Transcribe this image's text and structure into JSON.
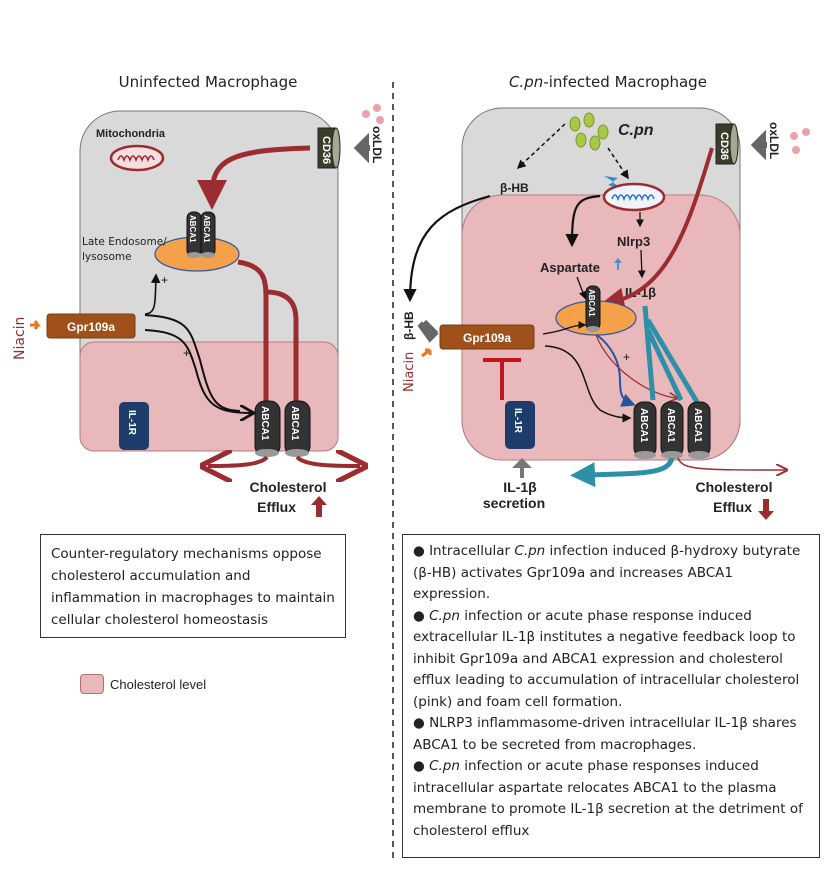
{
  "left_panel": {
    "title": "Uninfected Macrophage",
    "mitochondria_label": "Mitochondria",
    "cd36_label": "CD36",
    "oxldl_label": "oxLDL",
    "abca1_label": "ABCA1",
    "endosome_label_line1": "Late Endosome/",
    "endosome_label_line2": "lysosome",
    "plus_sign": "+",
    "niacin_label": "Niacin",
    "gpr109a_label": "Gpr109a",
    "il1r_label": "IL-1R",
    "efflux_line1": "Cholesterol",
    "efflux_line2": "Efflux",
    "efflux_direction": "up"
  },
  "right_panel": {
    "title_italic": "C.pn",
    "title_rest": "-infected Macrophage",
    "cpn_label": "C.pn",
    "cd36_label": "CD36",
    "oxldl_label": "oxLDL",
    "bhb_label": "β-HB",
    "nlrp3_label": "Nlrp3",
    "aspartate_label": "Aspartate",
    "il1b_label": "IL-1β",
    "abca1_label": "ABCA1",
    "plus_sign": "+",
    "niacin_label": "Niacin",
    "bhb_side_label": "β-HB",
    "gpr109a_label": "Gpr109a",
    "il1r_label": "IL-1R",
    "secretion_line1": "IL-1β",
    "secretion_line2": "secretion",
    "efflux_line1": "Cholesterol",
    "efflux_line2": "Efflux",
    "efflux_direction": "down"
  },
  "left_summary": "Counter-regulatory mechanisms oppose cholesterol accumulation and inflammation in macrophages to maintain cellular cholesterol homeostasis",
  "right_summary": [
    {
      "bullet": "●",
      "italic_lead": "",
      "pre": "Intracellular ",
      "italic": "C.pn",
      "post": " infection induced β-hydroxy butyrate (β-HB) activates Gpr109a and increases ABCA1 expression."
    },
    {
      "bullet": "●",
      "pre": "",
      "italic": "C.pn",
      "post": " infection or acute phase response induced extracellular IL-1β institutes a negative feedback loop to inhibit Gpr109a and ABCA1 expression and cholesterol efflux leading to accumulation of intracellular cholesterol (pink) and foam cell formation."
    },
    {
      "bullet": "●",
      "pre": "NLRP3 inflammasome-driven intracellular IL-1β shares ABCA1 to be secreted from macrophages.",
      "italic": "",
      "post": ""
    },
    {
      "bullet": "●",
      "pre": "",
      "italic": "C.pn",
      "post": " infection or acute phase responses induced intracellular aspartate relocates ABCA1 to the plasma membrane to promote IL-1β secretion at the detriment of cholesterol efflux"
    }
  ],
  "legend": {
    "label": "Cholesterol level",
    "color": "#e8b8bb"
  },
  "colors": {
    "cell_gray": "#d9d9d9",
    "cholesterol_pink": "#e8b8bb",
    "arrow_red": "#9b2d30",
    "gpr_brown": "#a0501a",
    "il1r_navy": "#1f3d6b",
    "abca1_dark": "#333333",
    "endosome_orange": "#f5a04a",
    "teal": "#2e8fa8",
    "niacin_orange": "#e87722",
    "inhibit_red": "#c0161c"
  }
}
